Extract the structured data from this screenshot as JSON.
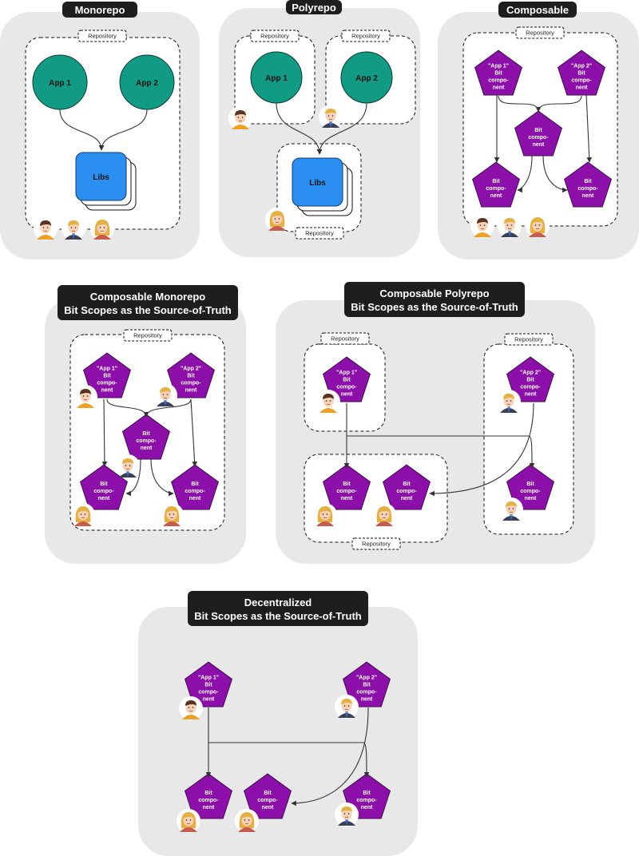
{
  "labels": {
    "repository": "Repository",
    "app1": "App 1",
    "app2": "App 2",
    "libs": "Libs",
    "bit": "Bit",
    "compo": "compo-",
    "comp": "compo-",
    "nent": "nent",
    "app1_quoted": "\"App 1\"",
    "app2_quoted": "\"App 2\""
  },
  "panels": {
    "monorepo": {
      "title": [
        "Monorepo"
      ]
    },
    "polyrepo": {
      "title": [
        "Polyrepo"
      ]
    },
    "composable": {
      "title": [
        "Composable"
      ]
    },
    "composable_monorepo": {
      "title": [
        "Composable Monorepo",
        "Bit Scopes as the Source-of-Truth"
      ]
    },
    "composable_polyrepo": {
      "title": [
        "Composable Polyrepo",
        "Bit Scopes as the Source-of-Truth"
      ]
    },
    "decentralized": {
      "title": [
        "Decentralized",
        "Bit Scopes as the Source-of-Truth"
      ]
    }
  },
  "colors": {
    "panel_bg": "#e8e8e8",
    "title_bg": "#1e1e1e",
    "app_circle": "#119a84",
    "libs": "#2b8ff2",
    "bit_component": "#8b0fa8",
    "edge": "#333333",
    "avatar_skin": "#f7d2b6",
    "avatar_brown_hair": "#5a3321",
    "avatar_blonde_hair": "#e5b040",
    "avatar_orange_shirt": "#f0a020",
    "avatar_suit": "#3a3f56"
  },
  "icons": [
    "avatar-dark-haired-man-icon",
    "avatar-blonde-man-icon",
    "avatar-blonde-woman-icon"
  ]
}
